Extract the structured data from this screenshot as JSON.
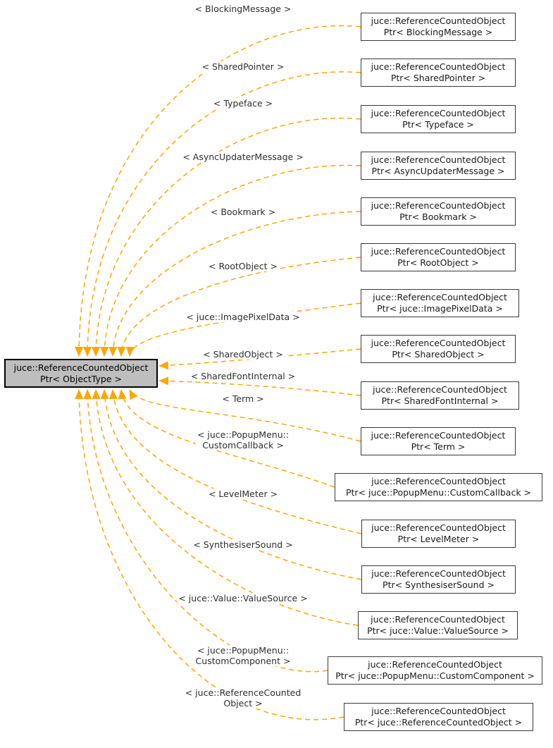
{
  "diagram": {
    "type": "template-instantiation-graph",
    "background_color": "#ffffff",
    "arrow_color": "#ffa500",
    "center_node": {
      "label_line1": "juce::ReferenceCountedObject",
      "label_line2": "Ptr< ObjectType >",
      "fill": "#bebebe",
      "border_color": "#000000"
    },
    "node_fill": "#ffffff",
    "node_border_color": "#3a3a3a",
    "nodes": [
      {
        "label_line1": "juce::ReferenceCountedObject",
        "label_line2": "Ptr< BlockingMessage >",
        "edge_label": [
          "< BlockingMessage >"
        ]
      },
      {
        "label_line1": "juce::ReferenceCountedObject",
        "label_line2": "Ptr< SharedPointer >",
        "edge_label": [
          "< SharedPointer >"
        ]
      },
      {
        "label_line1": "juce::ReferenceCountedObject",
        "label_line2": "Ptr< Typeface >",
        "edge_label": [
          "< Typeface >"
        ]
      },
      {
        "label_line1": "juce::ReferenceCountedObject",
        "label_line2": "Ptr< AsyncUpdaterMessage >",
        "edge_label": [
          "< AsyncUpdaterMessage >"
        ]
      },
      {
        "label_line1": "juce::ReferenceCountedObject",
        "label_line2": "Ptr< Bookmark >",
        "edge_label": [
          "< Bookmark >"
        ]
      },
      {
        "label_line1": "juce::ReferenceCountedObject",
        "label_line2": "Ptr< RootObject >",
        "edge_label": [
          "< RootObject >"
        ]
      },
      {
        "label_line1": "juce::ReferenceCountedObject",
        "label_line2": "Ptr< juce::ImagePixelData >",
        "edge_label": [
          "< juce::ImagePixelData >"
        ]
      },
      {
        "label_line1": "juce::ReferenceCountedObject",
        "label_line2": "Ptr< SharedObject >",
        "edge_label": [
          "< SharedObject >"
        ]
      },
      {
        "label_line1": "juce::ReferenceCountedObject",
        "label_line2": "Ptr< SharedFontInternal >",
        "edge_label": [
          "< SharedFontInternal >"
        ]
      },
      {
        "label_line1": "juce::ReferenceCountedObject",
        "label_line2": "Ptr< Term >",
        "edge_label": [
          "< Term >"
        ]
      },
      {
        "label_line1": "juce::ReferenceCountedObject",
        "label_line2": "Ptr< juce::PopupMenu::CustomCallback >",
        "edge_label": [
          "< juce::PopupMenu::",
          "CustomCallback >"
        ]
      },
      {
        "label_line1": "juce::ReferenceCountedObject",
        "label_line2": "Ptr< LevelMeter >",
        "edge_label": [
          "< LevelMeter >"
        ]
      },
      {
        "label_line1": "juce::ReferenceCountedObject",
        "label_line2": "Ptr< SynthesiserSound >",
        "edge_label": [
          "< SynthesiserSound >"
        ]
      },
      {
        "label_line1": "juce::ReferenceCountedObject",
        "label_line2": "Ptr< juce::Value::ValueSource >",
        "edge_label": [
          "< juce::Value::ValueSource >"
        ]
      },
      {
        "label_line1": "juce::ReferenceCountedObject",
        "label_line2": "Ptr< juce::PopupMenu::CustomComponent >",
        "edge_label": [
          "< juce::PopupMenu::",
          "CustomComponent >"
        ]
      },
      {
        "label_line1": "juce::ReferenceCountedObject",
        "label_line2": "Ptr< juce::ReferenceCountedObject >",
        "edge_label": [
          "< juce::ReferenceCounted",
          "Object >"
        ]
      }
    ]
  }
}
